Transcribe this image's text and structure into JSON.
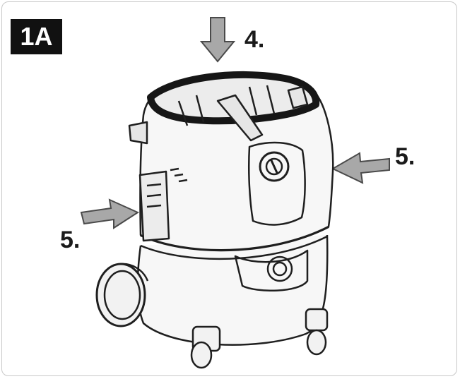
{
  "figure": {
    "badge_label": "1A",
    "steps": {
      "top_label": "4.",
      "right_label": "5.",
      "left_label": "5."
    }
  },
  "colors": {
    "badge_bg": "#111111",
    "arrow_fill": "#a8a8a8",
    "arrow_stroke": "#4a4a4a",
    "line_art": "#1f1f1f",
    "body_fill": "#f7f7f7",
    "frame_border": "#c8c8c8"
  },
  "icons": {
    "down_arrow": "down-arrow-icon",
    "left_arrow": "left-arrow-icon",
    "right_arrow": "right-arrow-icon"
  }
}
